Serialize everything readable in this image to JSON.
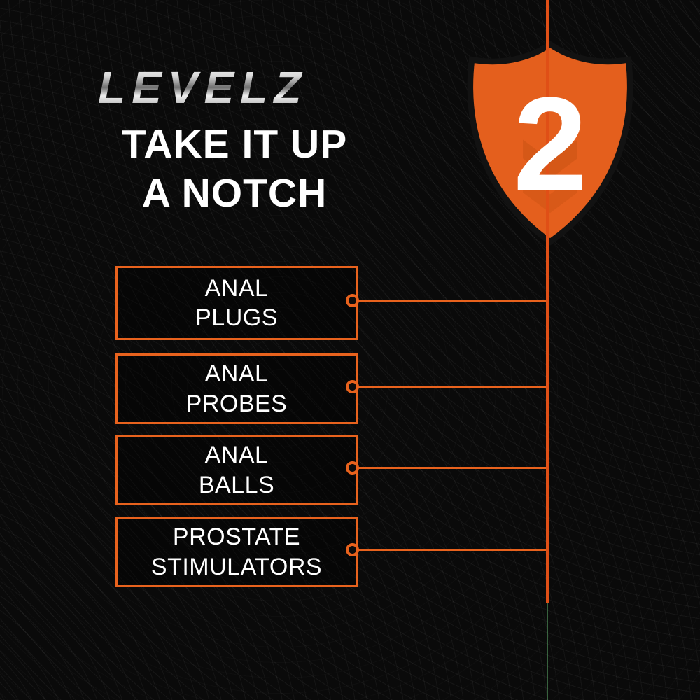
{
  "brand": {
    "logo_text": "LEVELZ"
  },
  "headline": {
    "line1": "TAKE IT UP",
    "line2": "A NOTCH"
  },
  "badge": {
    "number": "2"
  },
  "items": [
    {
      "label": "ANAL\nPLUGS"
    },
    {
      "label": "ANAL\nPROBES"
    },
    {
      "label": "ANAL\nBALLS"
    },
    {
      "label": "PROSTATE\nSTIMULATORS"
    }
  ],
  "colors": {
    "accent_orange": "#e8621d",
    "spine_orange": "#e04f16",
    "background": "#0a0a0a",
    "text_white": "#ffffff",
    "logo_silver": "#c9c9c9"
  }
}
